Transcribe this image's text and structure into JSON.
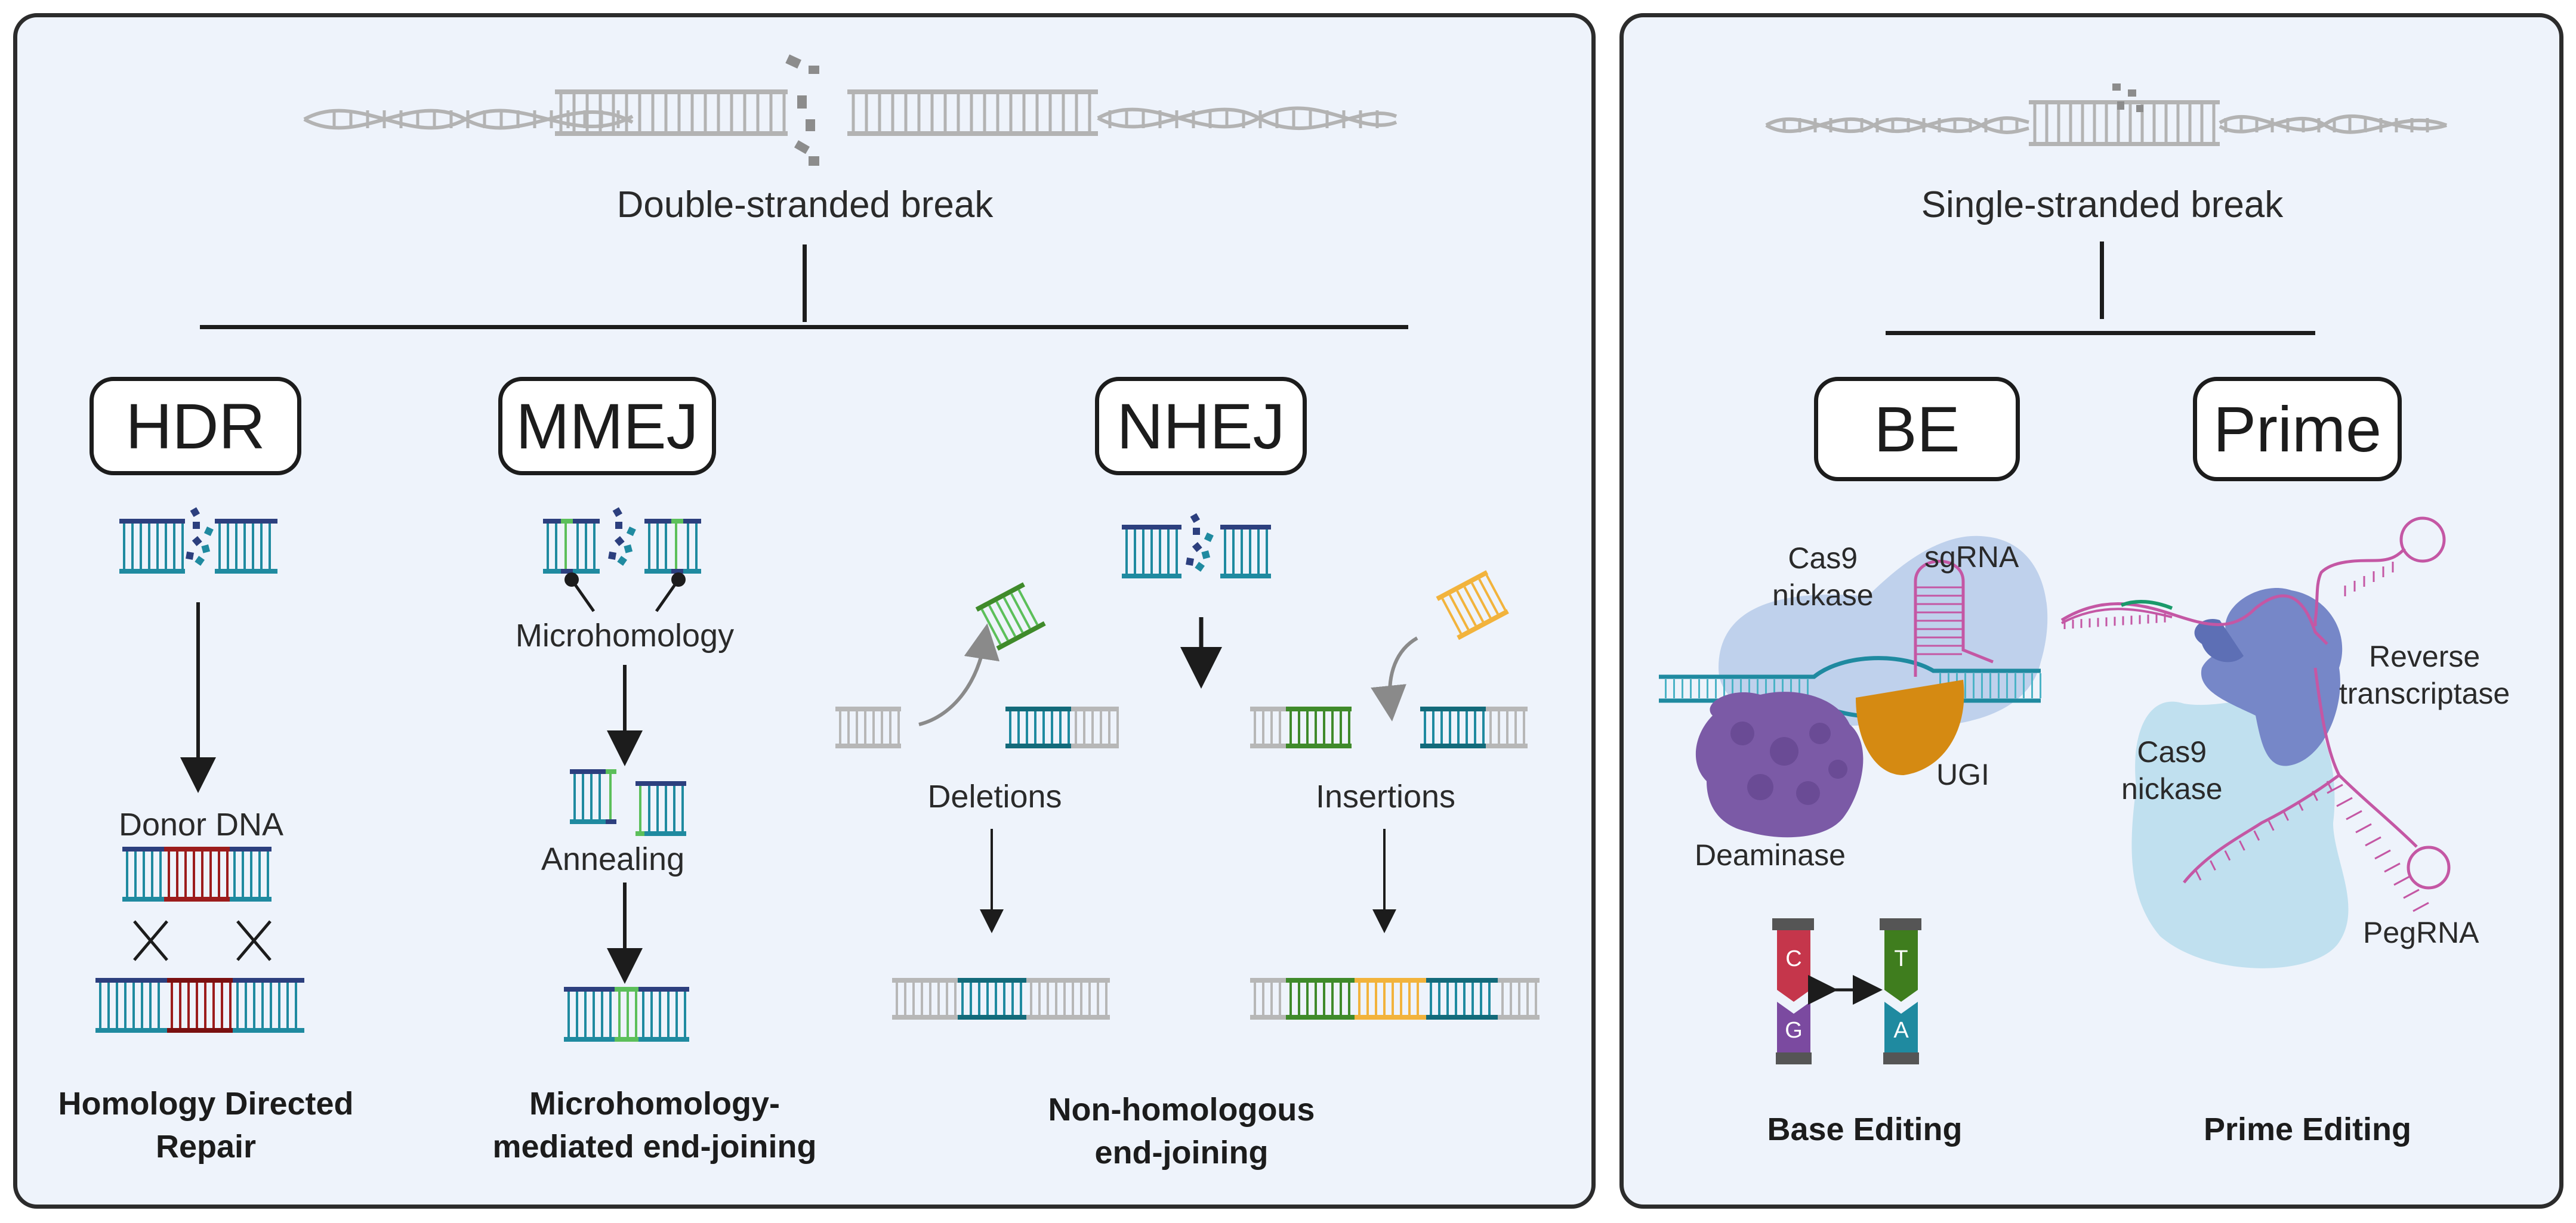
{
  "dsb": {
    "title": "Double-stranded break",
    "pathways": [
      {
        "label": "HDR",
        "caption": [
          "Homology Directed",
          "Repair"
        ]
      },
      {
        "label": "MMEJ",
        "caption": [
          "Microhomology-",
          "mediated end-joining"
        ]
      },
      {
        "label": "NHEJ",
        "caption": [
          "Non-homologous",
          "end-joining"
        ]
      }
    ],
    "hdr_donor": "Donor DNA",
    "mmej_microhomology": "Microhomology",
    "mmej_annealing": "Annealing",
    "nhej_deletions": "Deletions",
    "nhej_insertions": "Insertions"
  },
  "ssb": {
    "title": "Single-stranded break",
    "pathways": [
      {
        "label": "BE",
        "caption": [
          "Base Editing"
        ]
      },
      {
        "label": "Prime",
        "caption": [
          "Prime Editing"
        ]
      }
    ],
    "be_cas9": [
      "Cas9",
      "nickase"
    ],
    "be_sgrna": "sgRNA",
    "be_ugi": "UGI",
    "be_deaminase": "Deaminase",
    "be_bases": [
      "C",
      "G",
      "T",
      "A"
    ],
    "pe_cas9": [
      "Cas9",
      "nickase"
    ],
    "pe_rt": [
      "Reverse",
      "transcriptase"
    ],
    "pe_pegrna": "PegRNA"
  },
  "colors": {
    "navy": "#2c3f7e",
    "teal": "#1f8aa0",
    "dark_teal": "#136a7a",
    "red": "#9c1c1c",
    "green": "#3f8a2a",
    "light_green": "#5cbf5a",
    "orange": "#f2b33c",
    "gray": "#b7b7b7",
    "pink": "#c457a4",
    "purple": "#7b5aa6",
    "gold": "#d58a12",
    "light_blue": "#b7d8ec"
  }
}
